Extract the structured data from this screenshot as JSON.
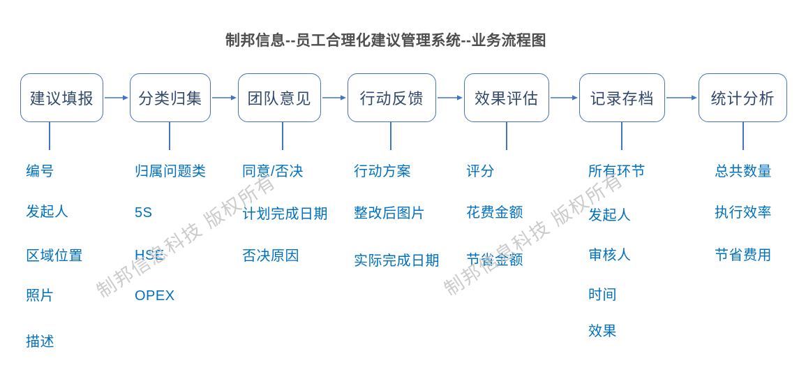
{
  "title": "制邦信息--员工合理化建议管理系统--业务流程图",
  "watermark": {
    "text": "制邦信息科技 版权所有"
  },
  "flow": {
    "stages": [
      {
        "label": "建议填报",
        "items": [
          "编号",
          "发起人",
          "区域位置",
          "照片",
          "描述"
        ]
      },
      {
        "label": "分类归集",
        "items": [
          "归属问题类",
          "5S",
          "HSE",
          "OPEX"
        ]
      },
      {
        "label": "团队意见",
        "items": [
          "同意/否决",
          "计划完成日期",
          "否决原因"
        ]
      },
      {
        "label": "行动反馈",
        "items": [
          "行动方案",
          "整改后图片",
          "实际完成日期"
        ]
      },
      {
        "label": "效果评估",
        "items": [
          "评分",
          "花费金额",
          "节省金额"
        ]
      },
      {
        "label": "记录存档",
        "items": [
          "所有环节",
          "发起人",
          "审核人",
          "时间",
          "效果"
        ]
      },
      {
        "label": "统计分析",
        "items": [
          "总共数量",
          "执行效率",
          "节省费用"
        ]
      }
    ]
  },
  "colors": {
    "box_border": "#4472C4",
    "box_text": "#31486C",
    "connector": "#4472C4",
    "item_text": "#0070C0",
    "title_text": "#4D4D4D",
    "watermark": "#C9C9C9"
  }
}
